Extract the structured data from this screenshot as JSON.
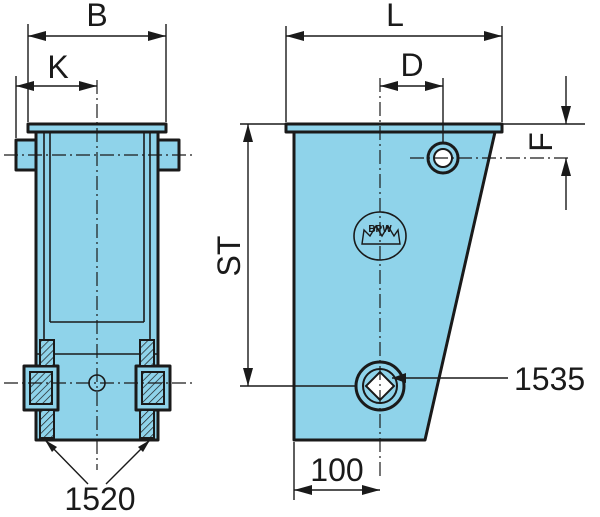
{
  "labels": {
    "width_b": "B",
    "offset_k": "K",
    "length_l": "L",
    "offset_d": "D",
    "offset_f": "F",
    "stroke_st": "ST",
    "width_100": "100",
    "part_1520": "1520",
    "part_1535": "1535"
  },
  "logo_text": "BPW",
  "colors": {
    "part_fill": "#8fd3ea",
    "line": "#1a1a1a"
  }
}
